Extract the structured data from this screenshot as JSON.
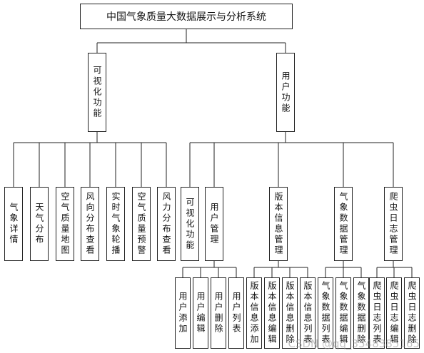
{
  "title": "中国气象质量大数据展示与分析系统",
  "visualization": {
    "label": "可视化功能",
    "children": [
      "气象详情",
      "天气分布",
      "空气质量地图",
      "风向分布查看",
      "实时气象轮播",
      "空气质量预警",
      "风力分布查看"
    ]
  },
  "user_functions": {
    "label": "用户功能",
    "children": [
      {
        "label": "可视化功能",
        "children": []
      },
      {
        "label": "用户管理",
        "children": [
          "用户添加",
          "用户编辑",
          "用户删除",
          "用户列表"
        ]
      },
      {
        "label": "版本信息管理",
        "children": [
          "版本信息添加",
          "版本信息编辑",
          "版本信息删除",
          "版本信息列表"
        ]
      },
      {
        "label": "气象数据管理",
        "children": [
          "气象数据列表",
          "气象数据编辑",
          "气象数据删除"
        ]
      },
      {
        "label": "爬虫日志管理",
        "children": [
          "爬虫日志列表",
          "爬虫日志编辑",
          "爬虫日志删除"
        ]
      }
    ]
  },
  "watermark": "CSDN @qq_3548385165"
}
